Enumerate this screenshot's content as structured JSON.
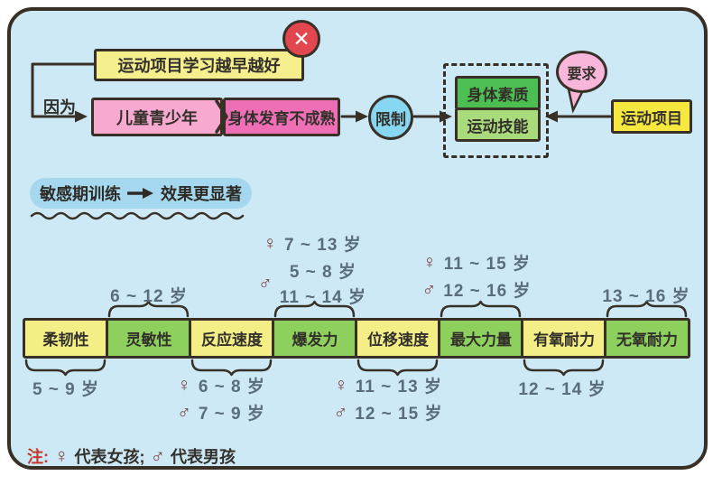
{
  "colors": {
    "canvas_bg": "#cde9f6",
    "frame_border": "#383027",
    "pale_yellow": "#f5ef8d",
    "bright_yellow": "#f6e83e",
    "row_yellow": "#f3ee86",
    "light_pink": "#f8a9d0",
    "deep_pink": "#ee6fb5",
    "sky_circle": "#87d7f3",
    "dark_green": "#4dbe52",
    "light_green": "#a9da7c",
    "row_green": "#8ed05e",
    "bubble_pink": "#f7b6da",
    "badge_red": "#e2464e",
    "highlight_blue": "#a5d8ee",
    "age_text": "#5a6d7d",
    "symbol_maroon": "#7d4040",
    "note_red": "#c0392b"
  },
  "flow": {
    "claim": "运动项目学习越早越好",
    "wrong_mark": "✕",
    "because": "因为",
    "subject": "儿童青少年",
    "condition": "身体发育不成熟",
    "limit": "限制",
    "physical": "身体素质",
    "skill": "运动技能",
    "bubble": "要求",
    "sport": "运动项目"
  },
  "headline": {
    "left": "敏感期训练",
    "right": "效果更显著"
  },
  "abilities": [
    {
      "name": "柔韧性",
      "position": "below",
      "ages": [
        {
          "sym": "",
          "text": "5 ~ 9 岁"
        }
      ]
    },
    {
      "name": "灵敏性",
      "position": "above",
      "ages": [
        {
          "sym": "",
          "text": "6 ~ 12 岁"
        }
      ]
    },
    {
      "name": "反应速度",
      "position": "below",
      "ages": [
        {
          "sym": "♀",
          "text": "6 ~ 8 岁"
        },
        {
          "sym": "♂",
          "text": "7 ~ 9 岁"
        }
      ]
    },
    {
      "name": "爆发力",
      "position": "above",
      "ages": [
        {
          "sym": "♀",
          "text": "7 ~ 13 岁"
        },
        {
          "sym": "♂",
          "text": "5 ~ 8 岁"
        },
        {
          "sym": "",
          "text": "11 ~ 14 岁"
        }
      ]
    },
    {
      "name": "位移速度",
      "position": "below",
      "ages": [
        {
          "sym": "♀",
          "text": "11 ~ 13 岁"
        },
        {
          "sym": "♂",
          "text": "12 ~ 15 岁"
        }
      ]
    },
    {
      "name": "最大力量",
      "position": "above",
      "ages": [
        {
          "sym": "♀",
          "text": "11 ~ 15 岁"
        },
        {
          "sym": "♂",
          "text": "12 ~ 16 岁"
        }
      ]
    },
    {
      "name": "有氧耐力",
      "position": "below",
      "ages": [
        {
          "sym": "",
          "text": "12 ~ 14 岁"
        }
      ]
    },
    {
      "name": "无氧耐力",
      "position": "above",
      "ages": [
        {
          "sym": "",
          "text": "13 ~ 16 岁"
        }
      ]
    }
  ],
  "note": {
    "label": "注:",
    "female_sym": "♀",
    "female_text": "代表女孩;",
    "male_sym": "♂",
    "male_text": "代表男孩"
  }
}
